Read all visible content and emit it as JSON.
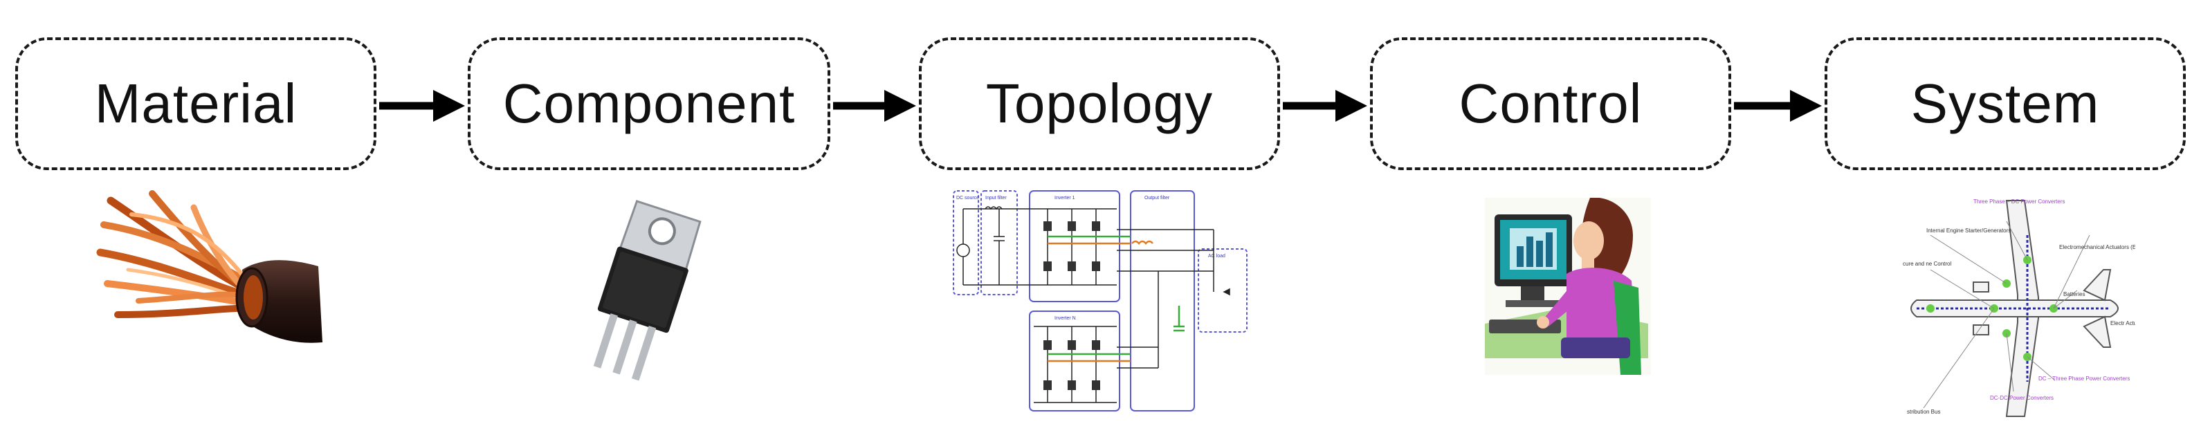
{
  "stages": [
    {
      "label": "Material",
      "image": "copper-cable"
    },
    {
      "label": "Component",
      "image": "transistor-to220"
    },
    {
      "label": "Topology",
      "image": "circuit-schematic"
    },
    {
      "label": "Control",
      "image": "person-at-computer"
    },
    {
      "label": "System",
      "image": "aircraft-power-system"
    }
  ],
  "topology": {
    "dc_source": "DC source",
    "input_filter": "Input filter",
    "inverter_1": "Inverter 1",
    "inverter_n": "Inverter N",
    "output_filter": "Output filter",
    "ac_load": "AC load"
  },
  "system_annotations": {
    "three_phase_dc": "Three Phase – DC Power Converters",
    "internal_engine": "Internal Engine Starter/Generators",
    "electromechanical": "Electromechanical Actuators (EMA)",
    "cure_control": "cure and ne Control",
    "batteries": "Batteries",
    "electric_actuators": "Electr Actu",
    "dc_three_phase": "DC – Three Phase Power Converters",
    "distribution_bus": "stribution Bus",
    "dc_dc": "DC-DC Power Converters"
  },
  "colors": {
    "border": "#1a1a1a",
    "copper": "#d9661f",
    "cable_jacket": "#2a1612",
    "schematic_blue": "#5a5ad6",
    "monitor_teal": "#1aa2a8",
    "shirt_purple": "#c64fc6",
    "annotation_purple": "#a044c8",
    "node_green": "#66cc44"
  }
}
